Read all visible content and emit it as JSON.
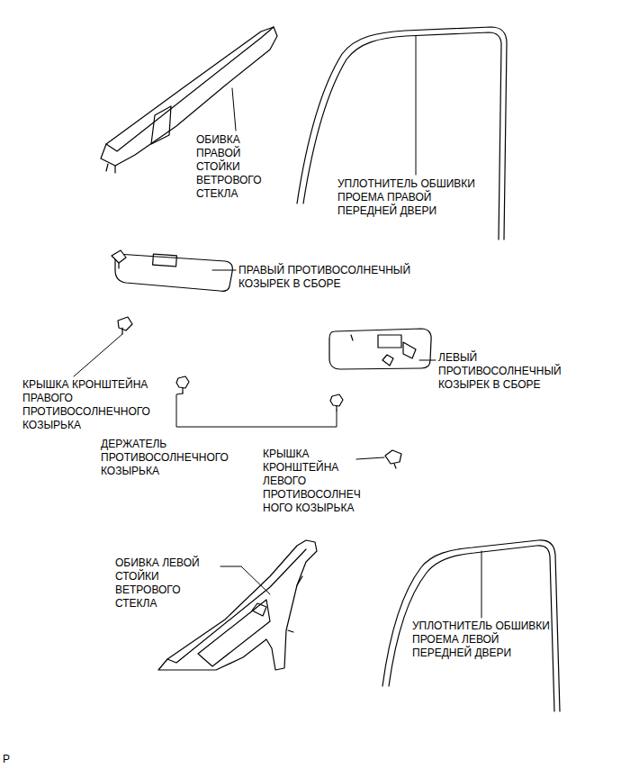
{
  "diagram": {
    "labels": [
      "ОБИВКА ПРАВОЙ СТОЙКИ ВЕТРОВОГО СТЕКЛА",
      "УПЛОТНИТЕЛЬ ОБШИВКИ ПРОЕМА ПРАВОЙ ПЕРЕДНЕЙ ДВЕРИ",
      "ПРАВЫЙ ПРОТИВОСОЛНЕЧНЫЙ КОЗЫРЕК В СБОРЕ",
      "КРЫШКА КРОНШТЕЙНА ПРАВОГО ПРОТИВОСОЛНЕЧНОГО КОЗЫРЬКА",
      "ЛЕВЫЙ ПРОТИВОСОЛНЕЧНЫЙ КОЗЫРЕК В СБОРЕ",
      "ДЕРЖАТЕЛЬ ПРОТИВОСОЛНЕЧНОГО КОЗЫРЬКА",
      "КРЫШКА КРОНШТЕЙНА ЛЕВОГО ПРОТИВОСОЛНЕЧНОГО КОЗЫРЬКА",
      "ОБИВКА ЛЕВОЙ СТОЙКИ ВЕТРОВОГО СТЕКЛА",
      "УПЛОТНИТЕЛЬ ОБШИВКИ ПРОЕМА ЛЕВОЙ ПЕРЕДНЕЙ ДВЕРИ",
      "P"
    ]
  }
}
